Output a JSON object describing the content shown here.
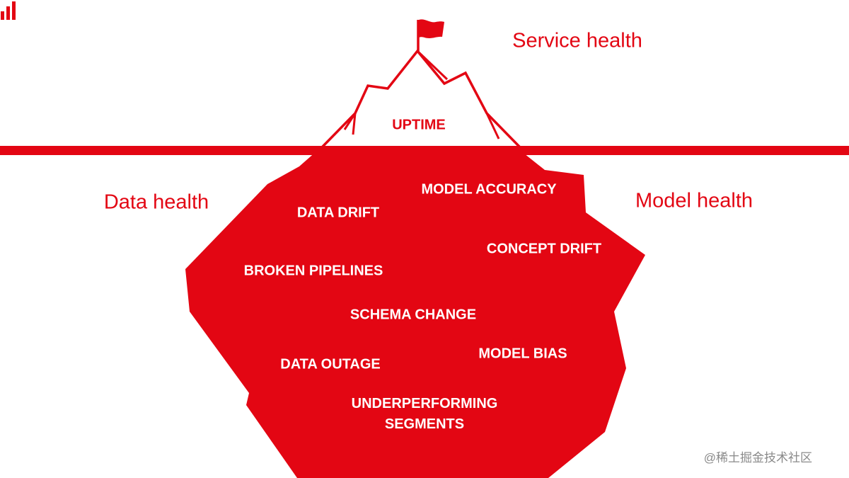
{
  "colors": {
    "accent": "#e30613",
    "background": "#ffffff",
    "watermark": "#8a8a8a"
  },
  "categories": {
    "service": "Service health",
    "data": "Data health",
    "model": "Model health"
  },
  "tip": {
    "label": "UPTIME"
  },
  "issues": [
    {
      "label": "MODEL ACCURACY"
    },
    {
      "label": "DATA DRIFT"
    },
    {
      "label": "CONCEPT DRIFT"
    },
    {
      "label": "BROKEN PIPELINES"
    },
    {
      "label": "SCHEMA CHANGE"
    },
    {
      "label": "MODEL BIAS"
    },
    {
      "label": "DATA OUTAGE"
    },
    {
      "label": "UNDERPERFORMING\nSEGMENTS"
    }
  ],
  "icons": {
    "flag": "flag-icon",
    "logo": "bar-chart-icon"
  },
  "watermark": "@稀土掘金技术社区"
}
